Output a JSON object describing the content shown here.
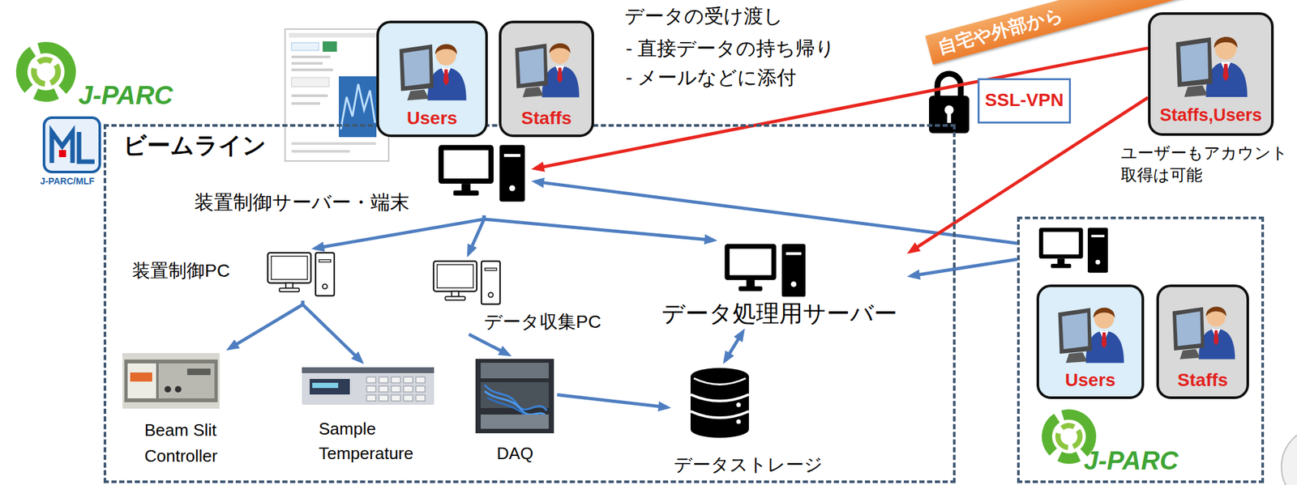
{
  "diagram": {
    "nodes": [
      {
        "text": [
          "Users"
        ]
      },
      {
        "text": [
          "Staffs"
        ]
      },
      {
        "text": [
          "SSL-VPN"
        ]
      },
      {
        "text": [
          "Staffs,Users"
        ]
      },
      {
        "text": [
          "ビームライン"
        ]
      },
      {
        "text": [
          "装置制御サーバー・端末"
        ],
        "in": 4
      },
      {
        "text": [
          "装置制御PC"
        ],
        "in": 4
      },
      {
        "text": [
          "データ収集PC"
        ],
        "in": 4
      },
      {
        "text": [
          "データ処理用サーバー"
        ],
        "in": 4
      },
      {
        "text": [
          "Beam Slit Controller"
        ],
        "in": 4
      },
      {
        "text": [
          "Sample Temperature"
        ],
        "in": 4
      },
      {
        "text": [
          "DAQ"
        ],
        "in": 4
      },
      {
        "text": [
          "データストレージ"
        ],
        "in": 4
      },
      {
        "text": [
          "J-PARC"
        ]
      },
      {
        "text": [
          "Users"
        ],
        "in": 13
      },
      {
        "text": [
          "Staffs"
        ],
        "in": 13
      }
    ],
    "edges": [
      {
        "from": 5,
        "to": 6,
        "arrow": "to"
      },
      {
        "from": 5,
        "to": 7,
        "arrow": "to"
      },
      {
        "from": 5,
        "to": 8,
        "arrow": "to"
      },
      {
        "from": 6,
        "to": 9,
        "arrow": "to"
      },
      {
        "from": 6,
        "to": 10,
        "arrow": "to"
      },
      {
        "from": 7,
        "to": 11,
        "arrow": "to"
      },
      {
        "from": 11,
        "to": 12,
        "arrow": "to"
      },
      {
        "from": 8,
        "to": 12,
        "arrow": "both"
      },
      {
        "from": 13,
        "to": 5,
        "arrow": "to"
      },
      {
        "from": 13,
        "to": 8,
        "arrow": "to"
      },
      {
        "from": 3,
        "to": 5,
        "arrow": "to"
      },
      {
        "from": 3,
        "to": 8,
        "arrow": "to"
      }
    ],
    "labels": [
      "J-PARC",
      "J-PARC/MLF",
      "データの受け渡し",
      "- 直接データの持ち帰り",
      "- メールなどに添付",
      "自宅や外部から",
      "ユーザーもアカウント 取得は可能"
    ]
  }
}
